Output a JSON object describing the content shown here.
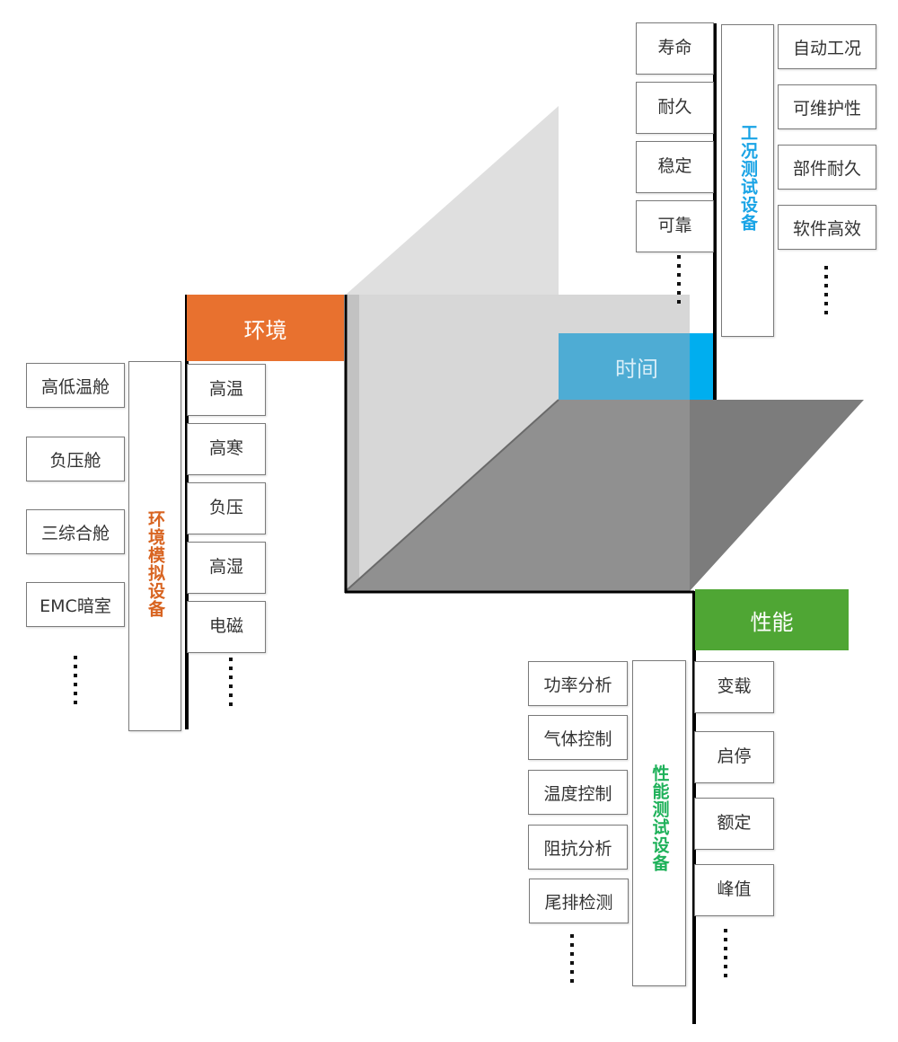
{
  "colors": {
    "environment": "#e8712f",
    "environment_text": "#d86421",
    "time": "#4eacd4",
    "time_bright": "#00aeef",
    "time_text": "#1aa4e6",
    "performance": "#4fa634",
    "performance_text": "#1fb15a",
    "plane_back": "#d9d9d9",
    "plane_left": "#c8c8c8",
    "plane_floor": "#8f8f8f",
    "plane_floor_right": "#7c7c7c"
  },
  "axes": {
    "environment": {
      "label": "环境"
    },
    "time": {
      "label": "时间"
    },
    "performance": {
      "label": "性能"
    }
  },
  "environment": {
    "factors": [
      "高温",
      "高寒",
      "负压",
      "高湿",
      "电磁"
    ],
    "equipment_label": "环境模拟设备",
    "equipment": [
      "高低温舱",
      "负压舱",
      "三综合舱",
      "EMC暗室"
    ],
    "ellipsis": "……"
  },
  "time": {
    "factors": [
      "寿命",
      "耐久",
      "稳定",
      "可靠"
    ],
    "equipment_label": "工况测试设备",
    "equipment": [
      "自动工况",
      "可维护性",
      "部件耐久",
      "软件高效"
    ],
    "ellipsis": "……"
  },
  "performance": {
    "factors": [
      "变载",
      "启停",
      "额定",
      "峰值"
    ],
    "equipment_label": "性能测试设备",
    "equipment": [
      "功率分析",
      "气体控制",
      "温度控制",
      "阻抗分析",
      "尾排检测"
    ],
    "ellipsis": "……"
  }
}
